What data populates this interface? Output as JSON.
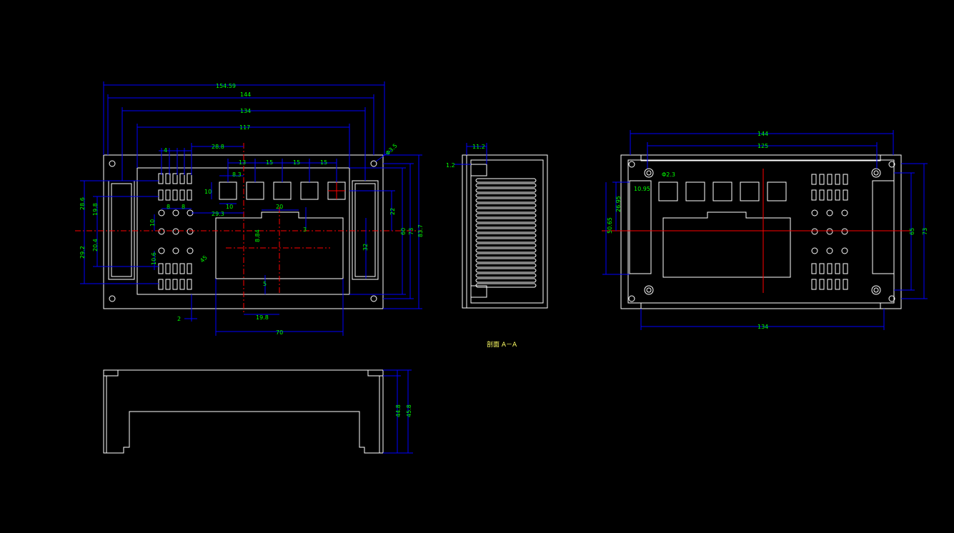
{
  "colors": {
    "background": "#000000",
    "outline": "#ffffff",
    "dimension": "#0000ff",
    "dim_text": "#00ff00",
    "centerline": "#ff0000",
    "caption": "#ffff66"
  },
  "front_view": {
    "dims": {
      "overall_w": "154.59",
      "w144": "144",
      "w134": "134",
      "w117": "117",
      "w28_8": "28.8",
      "d13": "13",
      "d15a": "15",
      "d15b": "15",
      "d15c": "15",
      "d4": "4",
      "d8_3": "8.3",
      "d10a": "10",
      "d10b": "10",
      "d20": "20",
      "d8a": "8",
      "d8b": "8",
      "d29_3": "29.3",
      "d3": "3",
      "d8_84": "8.84",
      "d5": "5",
      "d19_8": "19.8",
      "d70": "70",
      "d2": "2",
      "h28_6": "28.6",
      "h19_8": "19.8",
      "h20_4": "20.4",
      "h29_2": "29.2",
      "h10": "10",
      "h10_6": "10.6",
      "h22": "22",
      "h32": "32",
      "h60": "60",
      "h73": "73",
      "h83_7": "83.7",
      "phi3_5": "Φ3.5",
      "r45": "45"
    }
  },
  "side_view": {
    "dims": {
      "d11_2": "11.2",
      "d1_2": "1.2"
    },
    "caption": "剖面 A－A"
  },
  "rear_view": {
    "dims": {
      "w144": "144",
      "w125": "125",
      "w134": "134",
      "phi2_3": "Φ2.3",
      "d10_95": "10.95",
      "h26_95": "26.95",
      "h50_65": "50.65",
      "h65": "65",
      "h73": "73"
    }
  },
  "bottom_view": {
    "dims": {
      "h44_8": "44.8",
      "h45_8": "45.8"
    }
  }
}
